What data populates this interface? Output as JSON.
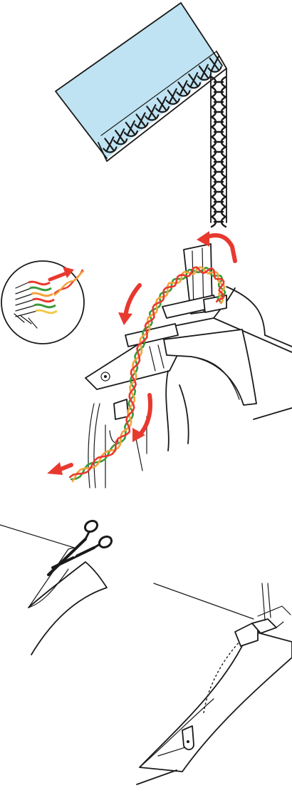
{
  "figure": {
    "panels": [
      {
        "id": "chain-stitch-edge"
      },
      {
        "id": "threading-path"
      },
      {
        "id": "cutting-and-sewing"
      }
    ]
  },
  "colors": {
    "fabric": "#bfe3f2",
    "arrow": "#e8392f",
    "thread_red": "#e8392f",
    "thread_orange": "#f2a23a",
    "thread_green": "#3b9a3a",
    "thread_yellow": "#f2c94c",
    "ink": "#1a1a1a"
  },
  "icons": {
    "scissors": "scissors-icon",
    "direction_arrow": "arrow-icon",
    "magnifier": "zoom-inset"
  }
}
